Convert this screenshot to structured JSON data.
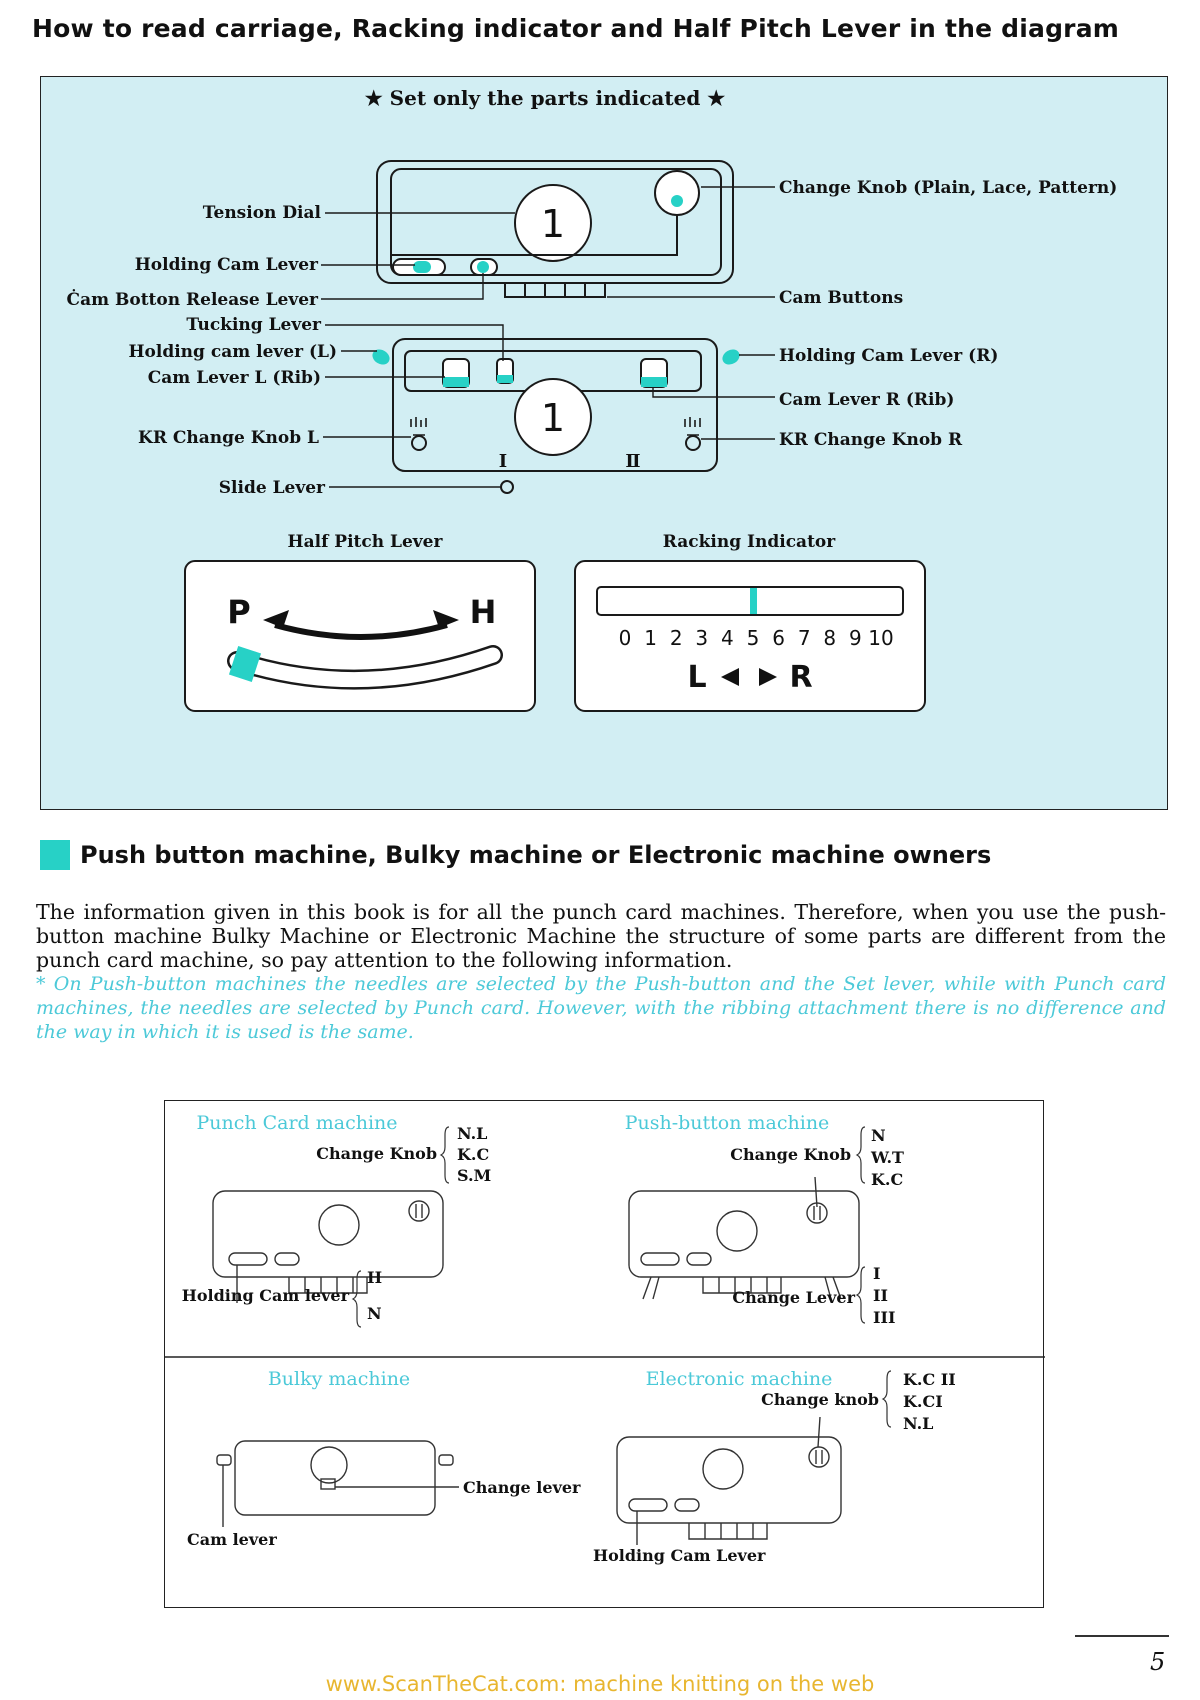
{
  "page": {
    "title": "How to read carriage, Racking indicator and Half Pitch Lever in the diagram",
    "page_number": "5",
    "footer": "www.ScanTheCat.com: machine knitting on the web"
  },
  "diagram": {
    "header": "★ Set only the parts indicated ★",
    "upper_carriage": {
      "dial_number": "1",
      "labels": {
        "tension_dial": "Tension Dial",
        "holding_cam_lever": "Holding Cam Lever",
        "cam_button_release_lever": "Ċam Botton Release Lever",
        "change_knob": "Change Knob (Plain, Lace, Pattern)",
        "cam_buttons": "Cam Buttons"
      }
    },
    "rib_carriage": {
      "dial_number": "1",
      "mark_left": "I",
      "mark_right": "Ⅱ",
      "labels": {
        "tucking_lever": "Tucking Lever",
        "holding_cam_lever_l": "Holding cam lever (L)",
        "cam_lever_l": "Cam Lever L (Rib)",
        "kr_change_knob_l": "KR Change Knob L",
        "slide_lever": "Slide Lever",
        "holding_cam_lever_r": "Holding Cam Lever (R)",
        "cam_lever_r": "Cam Lever R (Rib)",
        "kr_change_knob_r": "KR Change Knob R"
      }
    },
    "half_pitch": {
      "label": "Half Pitch Lever",
      "left": "P",
      "right": "H"
    },
    "racking": {
      "label": "Racking Indicator",
      "scale": [
        "0",
        "1",
        "2",
        "3",
        "4",
        "5",
        "6",
        "7",
        "8",
        "9",
        "10"
      ],
      "indicator_value": 5,
      "left": "L",
      "right": "R"
    }
  },
  "section": {
    "heading": "Push button machine, Bulky machine or Electronic machine owners",
    "body": "The information given in this book is for all the punch card machines. Therefore, when you use the push-button machine Bulky Machine or Electronic Machine the structure of some parts are different from the punch card machine, so pay attention to the following information.",
    "note": "* On Push-button machines the needles are selected by the Push-button and the Set lever, while with Punch card machines, the needles are selected by Punch card. However, with the ribbing attachment there is no difference and the way in which it is used is the same."
  },
  "machines": {
    "punch_card": {
      "title": "Punch Card machine",
      "knob_label": "Change Knob",
      "knob_options": [
        "N.L",
        "K.C",
        "S.M"
      ],
      "lever_label": "Holding Cam lever",
      "lever_options": [
        "H",
        "N"
      ]
    },
    "push_button": {
      "title": "Push-button machine",
      "knob_label": "Change Knob",
      "knob_options": [
        "N",
        "W.T",
        "K.C"
      ],
      "lever_label": "Change Lever",
      "lever_options": [
        "I",
        "II",
        "III"
      ]
    },
    "bulky": {
      "title": "Bulky machine",
      "change_lever_label": "Change lever",
      "cam_lever_label": "Cam lever"
    },
    "electronic": {
      "title": "Electronic machine",
      "knob_label": "Change knob",
      "knob_options": [
        "K.C II",
        "K.CI",
        "N.L"
      ],
      "lever_label": "Holding Cam Lever"
    }
  },
  "colors": {
    "panel_bg": "#d2eef3",
    "accent": "#27d1c6",
    "note_text": "#4cc9d8",
    "footer_text": "#e8b630"
  }
}
